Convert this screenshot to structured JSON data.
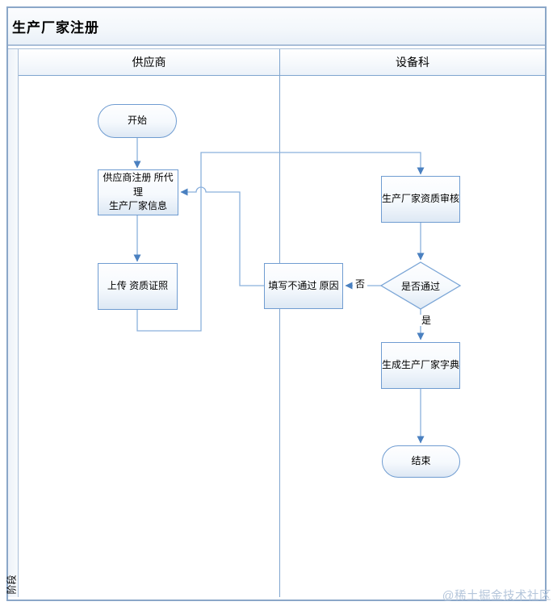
{
  "title": "生产厂家注册",
  "phase_label": "阶段",
  "lanes": {
    "supplier": "供应商",
    "equipment": "设备科"
  },
  "nodes": {
    "start": "开始",
    "register": {
      "line1": "供应商注册 所代理",
      "line2": "生产厂家信息"
    },
    "upload": "上传 资质证照",
    "review": "生产厂家资质审核",
    "decision": "是否通过",
    "fill_reason": "填写不通过 原因",
    "generate_dict": "生成生产厂家字典",
    "end": "结束"
  },
  "edge_labels": {
    "no": "否",
    "yes": "是"
  },
  "watermark": "@稀土掘金技术社区",
  "colors": {
    "frame_border": "#8ba7c8",
    "lane_divider": "#7fa5cf",
    "shape_border": "#6f9cd1",
    "shape_fill_bottom": "#dde8f4",
    "connector_line": "#8ab0dc",
    "arrowhead": "#4a80c0",
    "watermark_text": "#b5c6db"
  }
}
